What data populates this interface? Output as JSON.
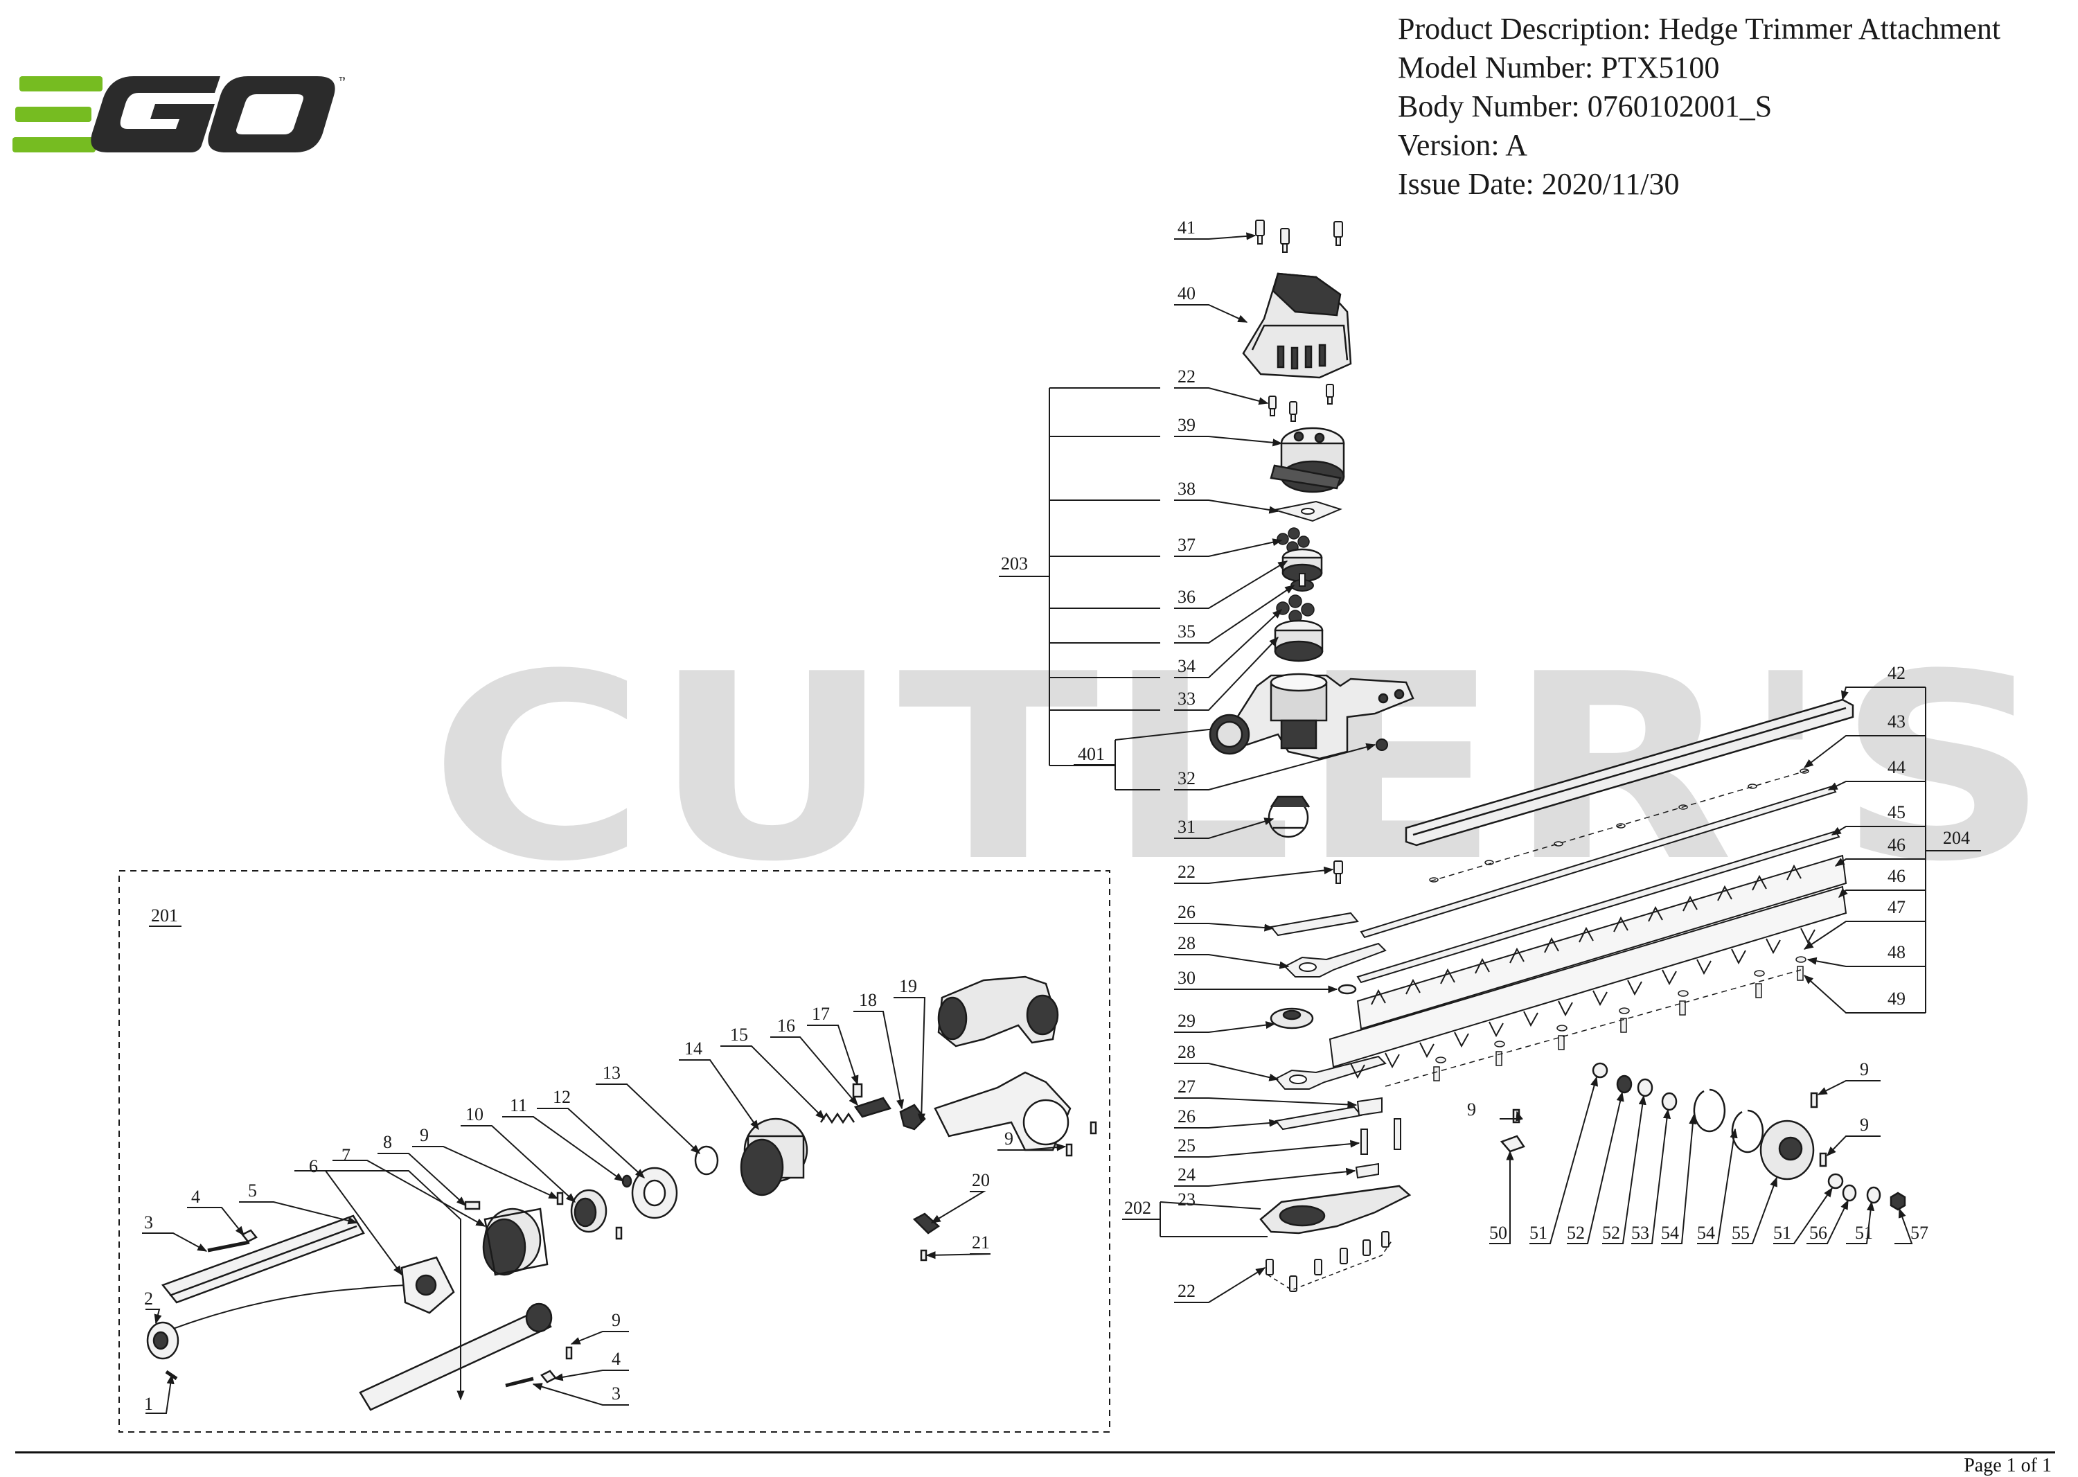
{
  "logo": {
    "text": "EGO",
    "trademark": "™",
    "brand_color": "#76bc21"
  },
  "header": {
    "product_description": "Product Description: Hedge Trimmer Attachment",
    "model_number": "Model Number: PTX5100",
    "body_number": "Body Number: 0760102001_S",
    "version": "Version: A",
    "issue_date": "Issue Date: 2020/11/30"
  },
  "watermark": "CUTLER'S",
  "assemblies": {
    "a201": "201",
    "a202": "202",
    "a203": "203",
    "a204": "204",
    "a401": "401"
  },
  "callouts_top": [
    "41",
    "40",
    "22",
    "39",
    "38",
    "37",
    "36",
    "35",
    "34",
    "33",
    "32",
    "31",
    "22",
    "26",
    "28",
    "30",
    "29",
    "28",
    "27",
    "26",
    "25",
    "24",
    "23",
    "22"
  ],
  "callouts_blade": [
    "42",
    "43",
    "44",
    "45",
    "46",
    "46",
    "47",
    "48",
    "49"
  ],
  "callouts_shaft": [
    "1",
    "2",
    "3",
    "4",
    "5",
    "6",
    "7",
    "8",
    "9",
    "10",
    "11",
    "12",
    "13",
    "14",
    "15",
    "16",
    "17",
    "18",
    "19",
    "9",
    "20",
    "21",
    "9",
    "4",
    "3"
  ],
  "callouts_bottom_row": [
    "50",
    "51",
    "52",
    "52",
    "53",
    "54",
    "54",
    "55",
    "51",
    "56",
    "51",
    "57"
  ],
  "callouts_misc": [
    "9",
    "9",
    "9"
  ],
  "footer": {
    "page": "Page 1 of 1"
  },
  "colors": {
    "line": "#1a1a1a",
    "part_fill": "#f2f2f2",
    "part_dark": "#3a3a3a",
    "watermark": "#d8d8d8"
  }
}
